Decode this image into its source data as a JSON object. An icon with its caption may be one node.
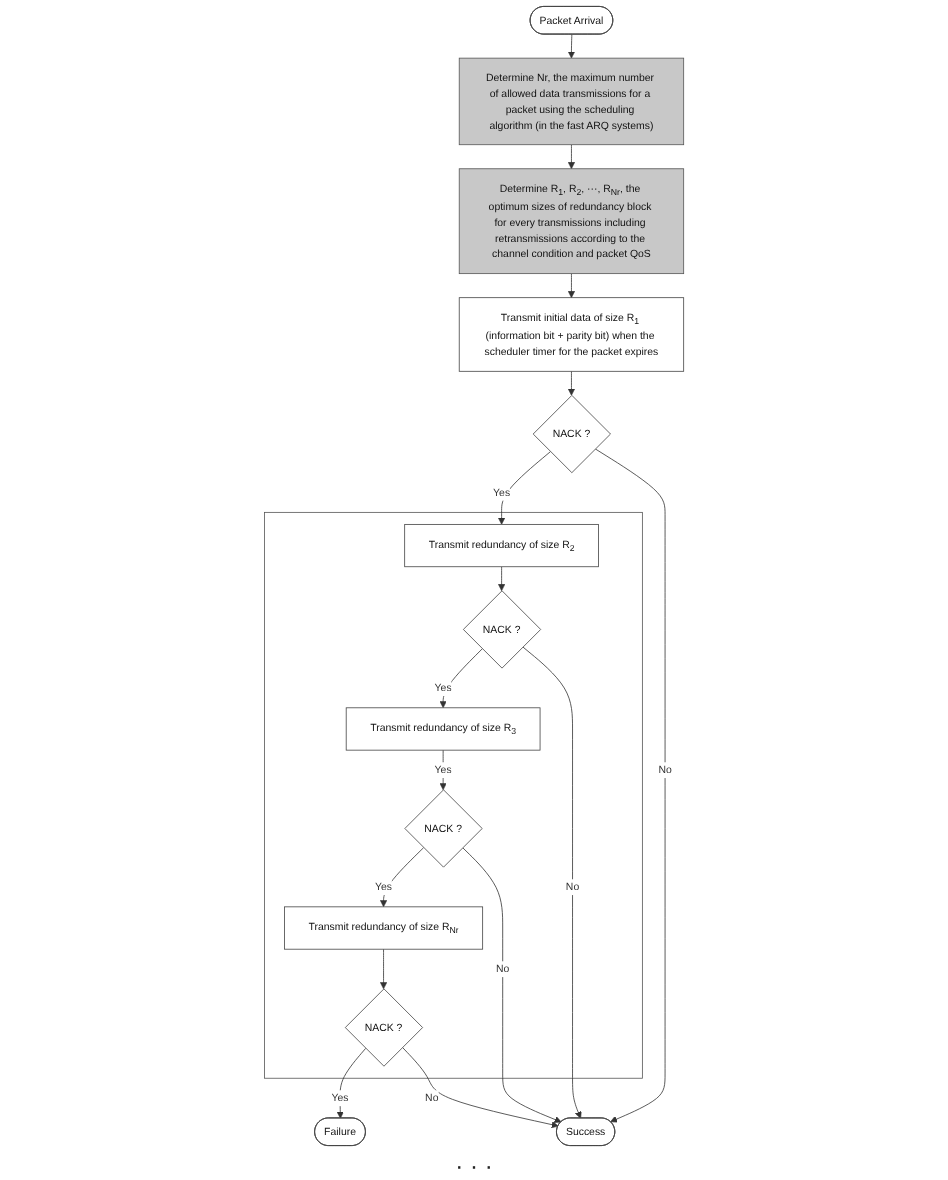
{
  "diagram": {
    "nodes": [
      {
        "text": [
          "Packet Arrival"
        ]
      },
      {
        "text": [
          "Determine Nr, the maximum number of allowed data transmissions for a packet using the scheduling algorithm (in the fast ARQ systems)"
        ]
      },
      {
        "text": [
          "Determine R$_{1}$, R$_{2}$, ···, R$_{Nr}$, the optimum sizes of redundancy block for every transmissions including retransmissions according to the channel condition and packet QoS"
        ]
      },
      {
        "text": [
          "Transmit initial data of size R$_{1}$ (information bit + parity bit) when the scheduler timer for the packet expires"
        ]
      },
      {
        "text": [
          "NACK ?"
        ]
      },
      {
        "text": [],
        "shape": "box"
      },
      {
        "text": [
          "Transmit redundancy of size R$_{2}$"
        ],
        "in": 5
      },
      {
        "text": [
          "NACK ?"
        ],
        "in": 5
      },
      {
        "text": [
          "Transmit redundancy of size R$_{3}$"
        ],
        "in": 5
      },
      {
        "text": [
          "NACK ?"
        ],
        "in": 5
      },
      {
        "text": [
          "Transmit redundancy of size R$_{Nr}$"
        ],
        "in": 5
      },
      {
        "text": [
          "NACK ?"
        ],
        "in": 5
      },
      {
        "text": [
          "Failure"
        ]
      },
      {
        "text": [
          "Success"
        ]
      }
    ],
    "edges": [
      {
        "from": 0,
        "to": 1,
        "arrow": "to"
      },
      {
        "from": 1,
        "to": 2,
        "arrow": "to"
      },
      {
        "from": 2,
        "to": 3,
        "arrow": "to"
      },
      {
        "from": 3,
        "to": 4,
        "arrow": "to"
      },
      {
        "from": 4,
        "to": 6,
        "arrow": "to",
        "label": "Yes"
      },
      {
        "from": 6,
        "to": 7,
        "arrow": "to"
      },
      {
        "from": 7,
        "to": 8,
        "arrow": "to",
        "label": "Yes"
      },
      {
        "from": 8,
        "to": 9,
        "arrow": "to",
        "label": "Yes"
      },
      {
        "from": 9,
        "to": 10,
        "arrow": "to",
        "label": "Yes"
      },
      {
        "from": 10,
        "to": 11,
        "arrow": "to"
      },
      {
        "from": 11,
        "to": 12,
        "arrow": "to",
        "label": "Yes"
      },
      {
        "from": 4,
        "to": 13,
        "arrow": "to",
        "label": "No"
      },
      {
        "from": 7,
        "to": 13,
        "arrow": "to",
        "label": "No"
      },
      {
        "from": 9,
        "to": 13,
        "arrow": "to",
        "label": "No"
      },
      {
        "from": 11,
        "to": 13,
        "arrow": "to",
        "label": "No"
      }
    ],
    "labels": [
      "· · ·"
    ]
  }
}
